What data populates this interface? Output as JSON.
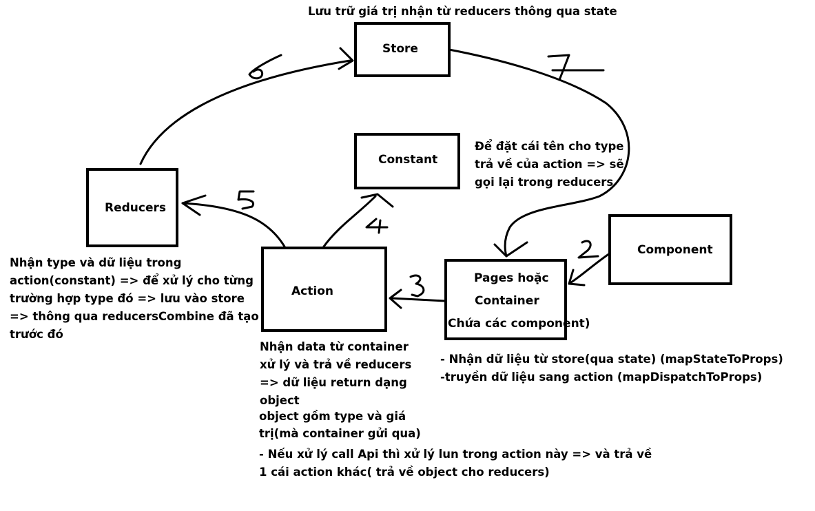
{
  "top_note": "Lưu trữ giá trị nhận từ reducers thông qua state",
  "nodes": {
    "store": "Store",
    "constant": "Constant",
    "reducers": "Reducers",
    "action": "Action",
    "component": "Component",
    "container_line1": "Pages hoặc",
    "container_line2": "Container",
    "container_line3": "Chứa các component)"
  },
  "notes": {
    "constant": [
      "Để đặt cái tên cho type",
      "trả về của action => sẽ",
      "gọi lại trong reducers"
    ],
    "reducers": [
      "Nhận type và dữ liệu trong",
      "action(constant) => để xử lý cho từng",
      "trường hợp type đó => lưu vào store",
      "=> thông qua reducersCombine đã tạo",
      "trước đó"
    ],
    "action": [
      "Nhận data từ container",
      "xử lý và trả về reducers",
      "=> dữ liệu return dạng",
      "object"
    ],
    "action_object": [
      " object gồm type và giá",
      " trị(mà container gửi qua)"
    ],
    "action_api": [
      "- Nếu xử lý call Api thì xử lý lun trong action này => và trả về",
      "1 cái action khác( trả về object cho reducers)"
    ],
    "container": [
      "- Nhận dữ liệu từ store(qua state) (mapStateToProps)",
      "-truyền dữ liệu sang action (mapDispatchToProps)"
    ]
  },
  "step_numbers": [
    "2",
    "3",
    "4",
    "5",
    "6",
    "7"
  ]
}
